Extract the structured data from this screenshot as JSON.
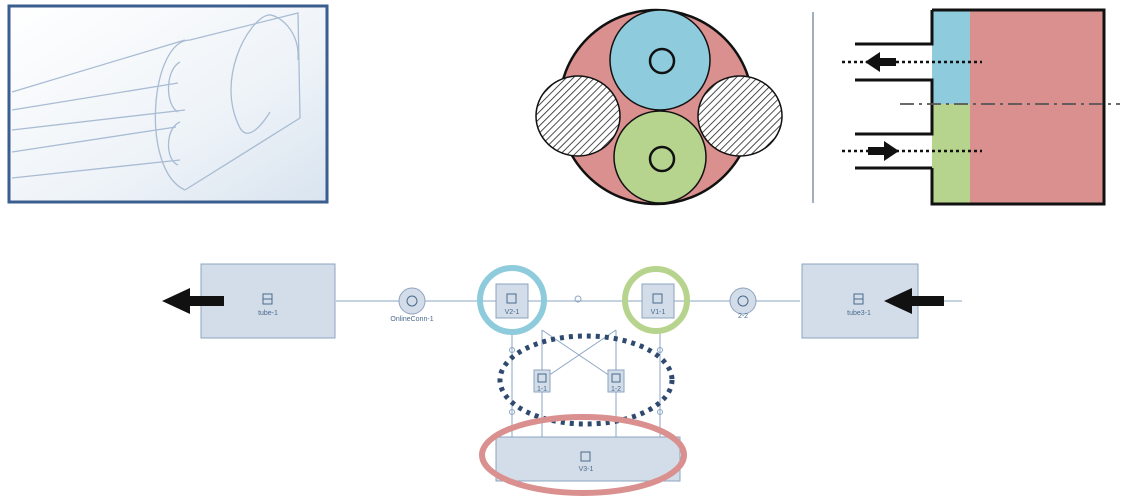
{
  "labels": {
    "tube_left": "tube-1",
    "online_conn": "OnlineConn-1",
    "valve_v2": "V2-1",
    "valve_v1": "V1-1",
    "pump_right": "2-2",
    "tube_right": "tube3-1",
    "check_left": "1-1",
    "check_right": "1-2",
    "valve_v3": "V3-1"
  },
  "colors": {
    "blue": "#8ecbdc",
    "green": "#b7d48e",
    "red": "#d9908e",
    "block_fill": "#d3dde9",
    "block_stroke": "#8ea4bf",
    "line": "#8aa6c4",
    "dotted": "#2f4a6e"
  },
  "icons": {
    "tube": "tube-block-icon",
    "valve": "valve-block-icon",
    "pump": "pump-icon",
    "arrow": "flow-arrow-icon",
    "hatch": "hatched-lobe-icon"
  }
}
